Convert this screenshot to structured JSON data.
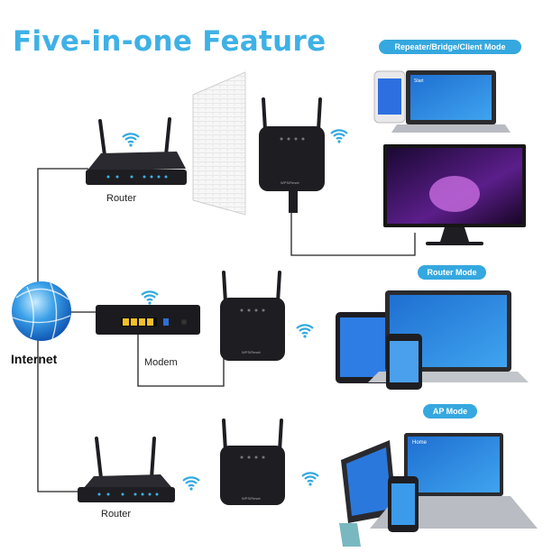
{
  "title": "Five-in-one Feature",
  "modes": {
    "repeater": "Repeater/Bridge/Client Mode",
    "router": "Router Mode",
    "ap": "AP Mode"
  },
  "labels": {
    "router_top": "Router",
    "modem": "Modem",
    "router_bottom": "Router",
    "internet": "Internet"
  },
  "device_brand": "WPS/Reset",
  "screen_text": {
    "start": "Start",
    "home": "Home"
  },
  "colors": {
    "accent": "#35a8df",
    "title": "#3fb1e6",
    "device": "#1e1e22",
    "wifi": "#33a9e0"
  }
}
